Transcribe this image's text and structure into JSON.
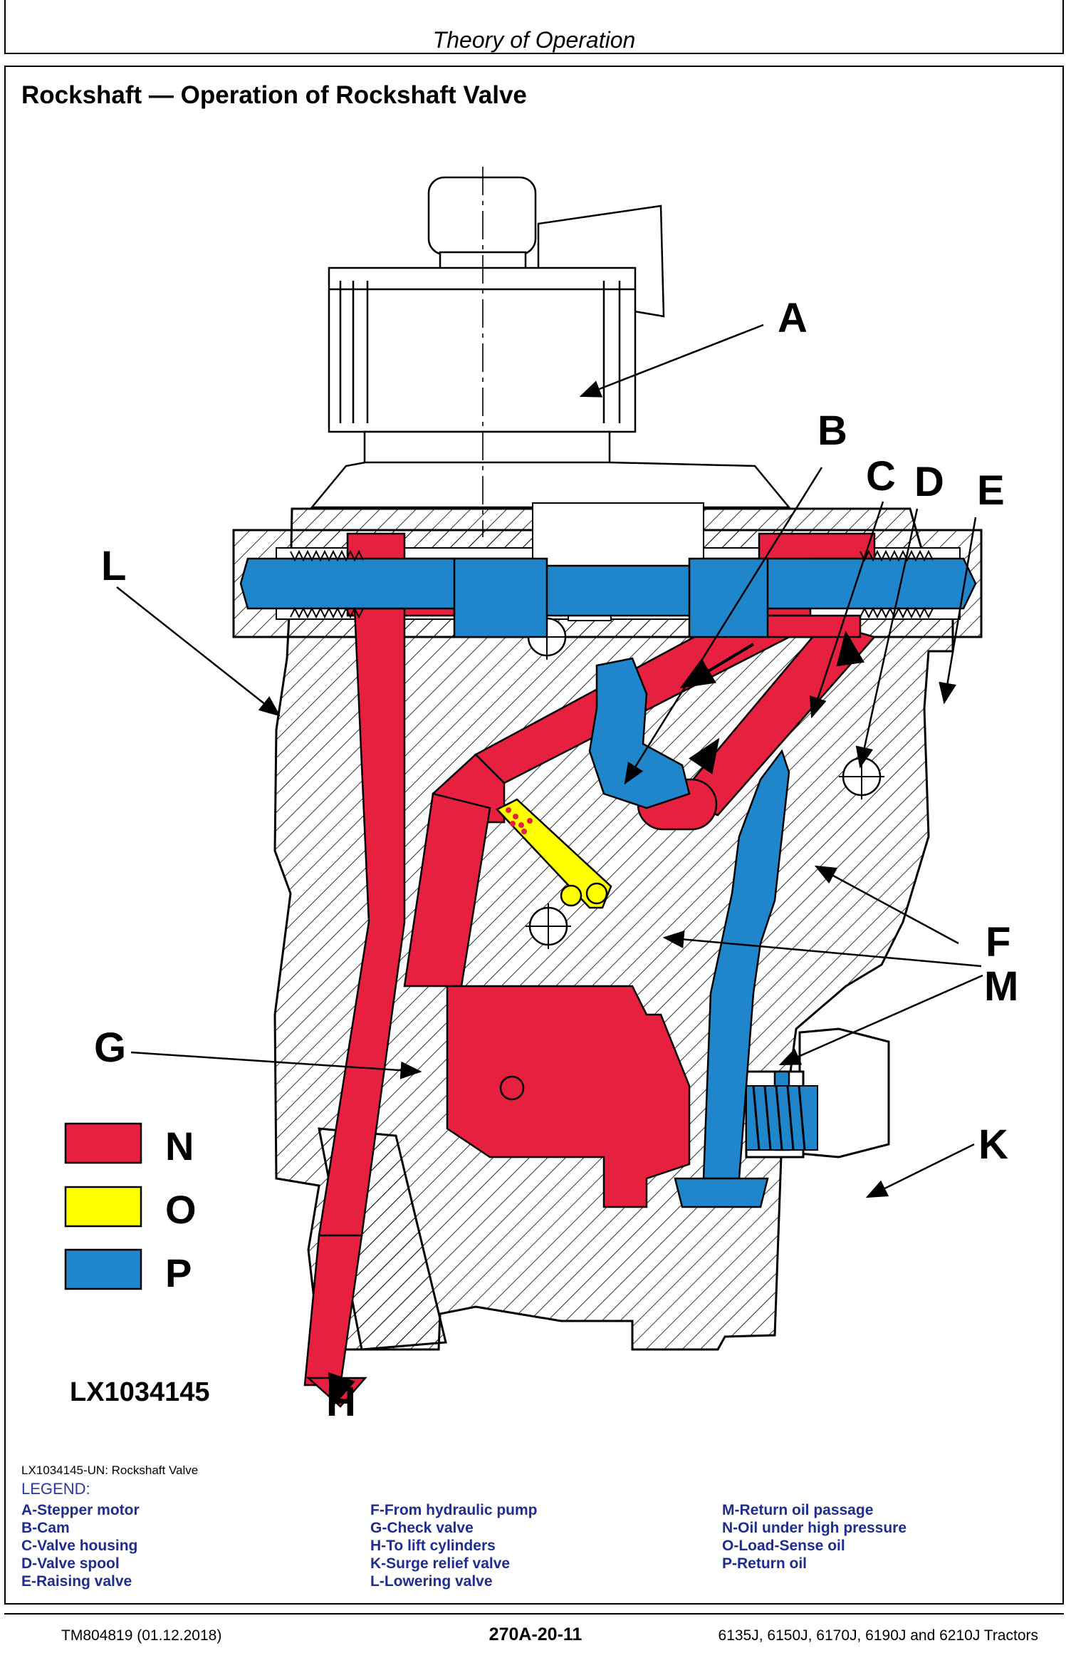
{
  "header": {
    "title": "Theory of Operation"
  },
  "section": {
    "title": "Rockshaft — Operation of Rockshaft Valve"
  },
  "figure": {
    "callouts": {
      "A": "A",
      "B": "B",
      "C": "C",
      "D": "D",
      "E": "E",
      "F": "F",
      "G": "G",
      "H": "H",
      "K": "K",
      "L": "L",
      "M": "M"
    },
    "legend_keys": [
      {
        "key": "N",
        "color": "#e8203f"
      },
      {
        "key": "O",
        "color": "#ffff00"
      },
      {
        "key": "P",
        "color": "#1f86cc"
      }
    ],
    "figure_id": "LX1034145",
    "caption": "LX1034145-UN: Rockshaft Valve"
  },
  "legend": {
    "title": "LEGEND:",
    "columns": [
      [
        "A-Stepper motor",
        "B-Cam",
        "C-Valve housing",
        "D-Valve spool",
        "E-Raising valve"
      ],
      [
        "F-From hydraulic pump",
        "G-Check valve",
        "H-To lift cylinders",
        "K-Surge relief valve",
        "L-Lowering valve"
      ],
      [
        "M-Return oil passage",
        "N-Oil under high pressure",
        "O-Load-Sense oil",
        "P-Return oil"
      ]
    ]
  },
  "footer": {
    "left": "TM804819 (01.12.2018)",
    "center": "270A-20-11",
    "right": "6135J, 6150J, 6170J, 6190J and 6210J Tractors"
  },
  "colors": {
    "red": "#e8203f",
    "yellow": "#ffff00",
    "blue": "#1f86cc",
    "legend_text": "#1e2d8f"
  }
}
